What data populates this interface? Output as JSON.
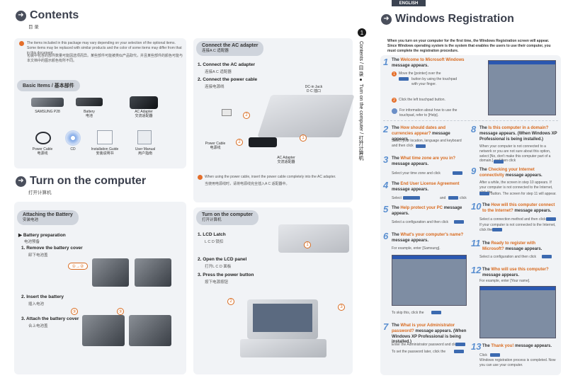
{
  "header": {
    "language_badge": "ENGLISH"
  },
  "contents": {
    "title": "Contents",
    "subtitle": "目 录",
    "note_en": "The items included in this package may vary depending on your selection of the optional items. Some items may be replaced with similar products and the color of some items may differ from that in this document.",
    "note_zh": "包装中包含的部件数量可能因选项而异。某些部件可能被类似产品取代，并且某些部件的颜色可能与本文档中的图示颜色有所不同。",
    "basic_items_label": "Basic Items / 基本部件",
    "items": [
      {
        "en": "SAMSUNG P28",
        "zh": ""
      },
      {
        "en": "Battery",
        "zh": "电池"
      },
      {
        "en": "AC Adapter",
        "zh": "交流适配器"
      },
      {
        "en": "Power Cable",
        "zh": "电源线"
      },
      {
        "en": "CD",
        "zh": ""
      },
      {
        "en": "Installation Guide",
        "zh": "安装说明书"
      },
      {
        "en": "User Manual",
        "zh": "用户指南"
      }
    ]
  },
  "adapter": {
    "title": "Connect the AC adapter",
    "title_zh": "连接A C 适配器",
    "step1": "1. Connect the AC adapter",
    "step1_zh": "连接A C 适配器",
    "step2": "2. Connect the power cable",
    "step2_zh": "连接电源线",
    "dc_label": "DC-in Jack",
    "dc_label_zh": "D C 插口",
    "power_cable": "Power Cable",
    "power_cable_zh": "电源线",
    "ac_adapter": "AC Adapter",
    "ac_adapter_zh": "交流适配器",
    "note_en": "When using the power cable, insert the power cable completely into the AC adapter.",
    "note_zh": "当使用电源线时，请将电源线完全插入A C 适配器中。"
  },
  "turn_on": {
    "title": "Turn on the computer",
    "subtitle": "打开计算机"
  },
  "battery": {
    "title": "Attaching the Battery",
    "title_zh": "安装电池",
    "prep": "Battery preparation",
    "prep_zh": "电池预备",
    "step1": "1. Remove the battery cover",
    "step1_zh": "卸下电池盖",
    "step2": "2. Insert the battery",
    "step2_zh": "插入电池",
    "step3": "3. Attach the battery cover",
    "step3_zh": "合上电池盖",
    "callout1": "①→②",
    "callout3": "③"
  },
  "power_on": {
    "title": "Turn on the computer",
    "title_zh": "打开计算机",
    "step1": "1. LCD Latch",
    "step1_zh": "L  C  D  锁扣",
    "step2": "2. Open the LCD panel",
    "step2_zh": "打开L  C  D  面板",
    "step3": "3. Press the power button",
    "step3_zh": "按下电源按钮"
  },
  "sidebar": {
    "text": "Contents / 目 录 ● Turn on the computer / 打开计算机"
  },
  "registration": {
    "title": "Windows Registration",
    "intro": "When you turn on your computer for the first time, the Windows Registration screen will appear. Since Windows operating system is the system that enables the users to use their computer, you must complete the registration procedure.",
    "steps": [
      {
        "n": "1",
        "pre": "The ",
        "hl": "Welcome to Microsoft Windows",
        "post": " message appears."
      },
      {
        "n": "2",
        "pre": "The ",
        "hl": "How should dates and currencies appear?",
        "post": " message appears."
      },
      {
        "n": "3",
        "pre": "The ",
        "hl": "What time zone are you in?",
        "post": " message appears."
      },
      {
        "n": "4",
        "pre": "The ",
        "hl": "End User License Agreement",
        "post": " message appears."
      },
      {
        "n": "5",
        "pre": "The ",
        "hl": "Help protect your PC",
        "post": " message appears."
      },
      {
        "n": "6",
        "pre": "The ",
        "hl": "What's your computer's name?",
        "post": " message appears."
      },
      {
        "n": "7",
        "pre": "The ",
        "hl": "What is your Administrator password?",
        "post": " message appears. (When Windows XP Professional is being installed.)"
      },
      {
        "n": "8",
        "pre": "The ",
        "hl": "Is this computer in a domain?",
        "post": " message appears. (When Windows XP Professional is being installed.)"
      },
      {
        "n": "9",
        "pre": "The ",
        "hl": "Checking your Internet connectivity",
        "post": " message appears."
      },
      {
        "n": "10",
        "pre": "The ",
        "hl": "How will this computer connect to the Internet?",
        "post": " message appears."
      },
      {
        "n": "11",
        "pre": "The ",
        "hl": "Ready to register with Microsoft?",
        "post": " message appears."
      },
      {
        "n": "12",
        "pre": "The ",
        "hl": "Who will use this computer?",
        "post": " message appears."
      },
      {
        "n": "13",
        "pre": "The ",
        "hl": "Thank you!",
        "post": " message appears."
      }
    ],
    "s1_a": "Move the [pointer] over the",
    "s1_b": "button by using the touchpad with your finger.",
    "s1_c": "Click the left touchpad button.",
    "s1_info": "For information about how to use the touchpad, refer to [Help].",
    "s2_text": "Select your location, language and keyboard and then click",
    "s3_text": "Select your time zone and click",
    "s4_text": "Select",
    "s4_and": "and",
    "s4_click": "click",
    "s5_text": "Select a configuration and then click",
    "s6_text": "For example, enter [Samsung].",
    "s6_skip": "To skip this, click the",
    "s7_a": "Enter the Administrator password and click",
    "s7_b": "To set the password later, click the",
    "s8_text": "When your computer is not connected to a network or you are not sure about this option, select [No, don't make this computer part of a domain.] and then click",
    "s9_text": "After a while, the screen in step 10 appears. If your computer is not connected to the Internet, click the",
    "s9_b": "button. The screen for step 11 will appear.",
    "s10_text": "Select a connection method and then click",
    "s10_b": "If your computer is not connected to the Internet, click the",
    "s11_text": "Select a configuration and then click",
    "s12_text": "For example, enter [Your name].",
    "s13_text": "Click",
    "s13_b": "Windows registration process is completed. Now you can use your computer."
  }
}
